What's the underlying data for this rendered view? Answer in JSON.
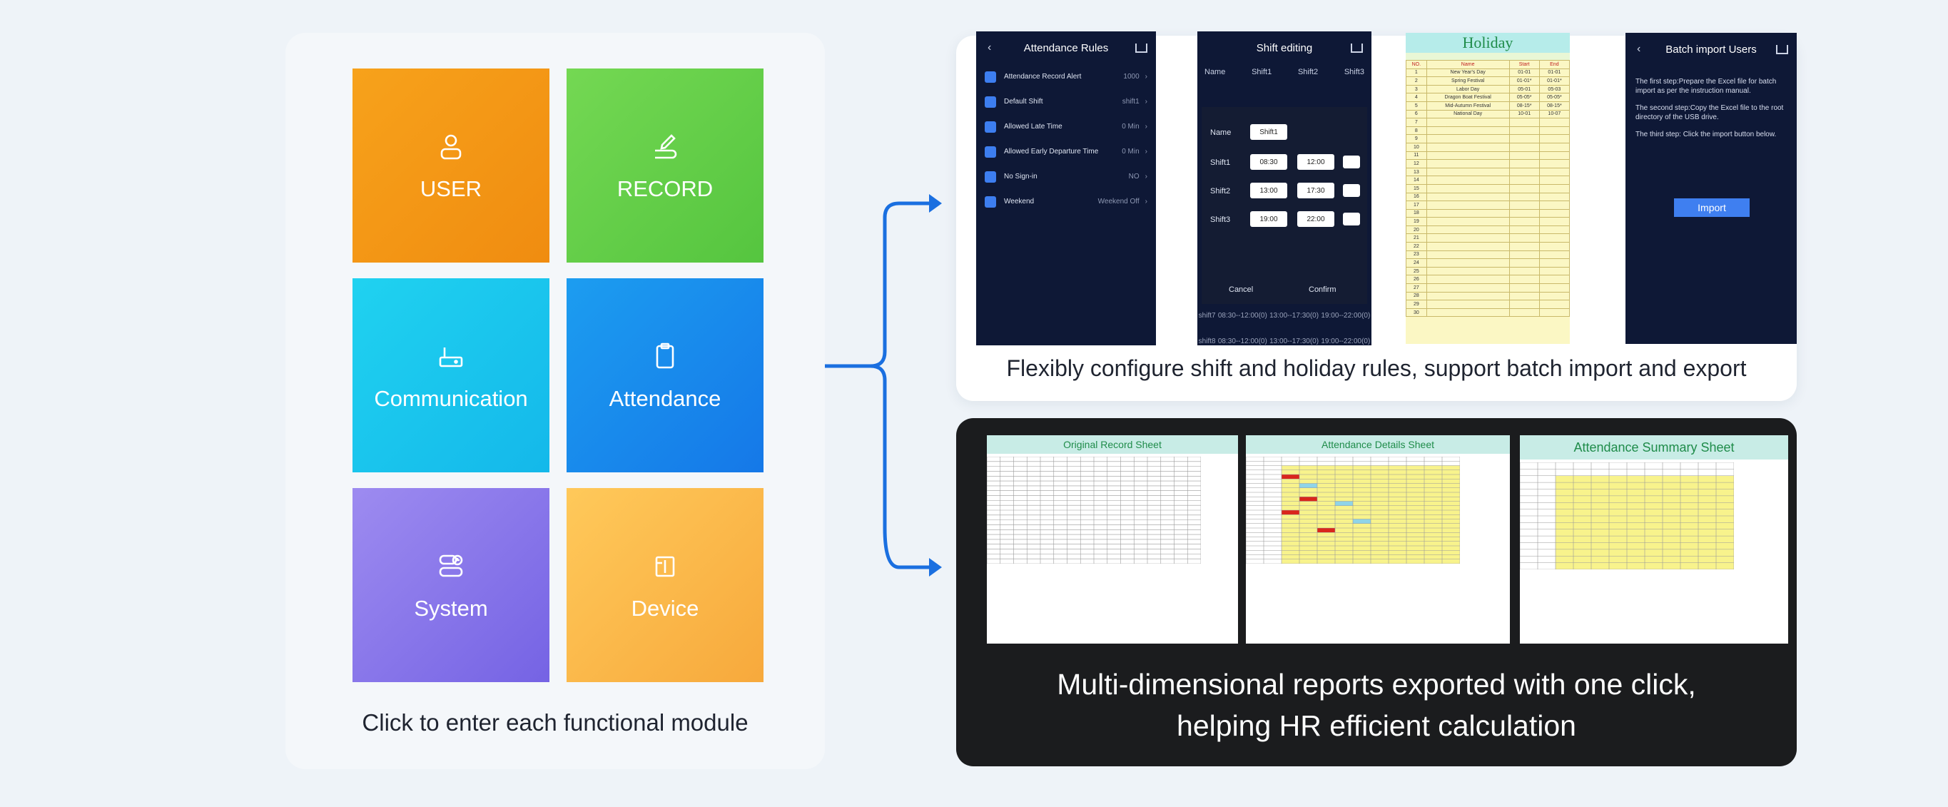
{
  "modules": {
    "user": "USER",
    "record": "RECORD",
    "communication": "Communication",
    "attendance": "Attendance",
    "system": "System",
    "device": "Device",
    "caption": "Click to enter each functional module"
  },
  "rules_screen": {
    "title": "Attendance Rules",
    "items": [
      {
        "label": "Attendance Record Alert",
        "value": "1000"
      },
      {
        "label": "Default Shift",
        "value": "shift1"
      },
      {
        "label": "Allowed Late Time",
        "value": "0 Min"
      },
      {
        "label": "Allowed Early Departure Time",
        "value": "0 Min"
      },
      {
        "label": "No Sign-in",
        "value": "NO"
      },
      {
        "label": "Weekend",
        "value": "Weekend Off"
      }
    ]
  },
  "shift_screen": {
    "title": "Shift editing",
    "columns": [
      "Name",
      "Shift1",
      "Shift2",
      "Shift3"
    ],
    "dialog": {
      "name_label": "Name",
      "name_value": "Shift1",
      "rows": [
        {
          "label": "Shift1",
          "start": "08:30",
          "end": "12:00"
        },
        {
          "label": "Shift2",
          "start": "13:00",
          "end": "17:30"
        },
        {
          "label": "Shift3",
          "start": "19:00",
          "end": "22:00"
        }
      ],
      "cancel": "Cancel",
      "confirm": "Confirm"
    },
    "rows": [
      {
        "name": "shift7",
        "s1": "08:30--12:00(0)",
        "s2": "13:00--17:30(0)",
        "s3": "19:00--22:00(0)"
      },
      {
        "name": "shift8",
        "s1": "08:30--12:00(0)",
        "s2": "13:00--17:30(0)",
        "s3": "19:00--22:00(0)"
      }
    ]
  },
  "holiday_sheet": {
    "title": "Holiday",
    "headers": [
      "NO.",
      "Name",
      "Start",
      "End"
    ],
    "rows": [
      [
        "1",
        "New Year's Day",
        "01-01",
        "01-01"
      ],
      [
        "2",
        "Spring Festival",
        "01-01*",
        "01-01*"
      ],
      [
        "3",
        "Labor Day",
        "05-01",
        "05-03"
      ],
      [
        "4",
        "Dragon Boat Festival",
        "05-05*",
        "05-05*"
      ],
      [
        "5",
        "Mid-Autumn Festival",
        "08-15*",
        "08-15*"
      ],
      [
        "6",
        "National Day",
        "10-01",
        "10-07"
      ]
    ],
    "total_rows": 30
  },
  "import_screen": {
    "title": "Batch import Users",
    "step1": "The first step:Prepare the Excel file for batch import as per the instruction manual.",
    "step2": "The second step:Copy the Excel file to the root directory of the USB drive.",
    "step3": "The third step: Click the import button below.",
    "button": "Import"
  },
  "top_caption": "Flexibly configure shift and holiday rules, support batch import and export",
  "reports": {
    "original": "Original Record Sheet",
    "details": "Attendance Details Sheet",
    "summary": "Attendance Summary Sheet",
    "caption_line1": "Multi-dimensional reports exported with one click,",
    "caption_line2": "helping HR efficient calculation"
  },
  "colors": {
    "arrow": "#1a6fe0",
    "dark_screen": "#0e1836",
    "sheet_title_bg": "#c8ece6",
    "sheet_yellow": "#f8f38c",
    "sheet_red": "#d9261c"
  }
}
